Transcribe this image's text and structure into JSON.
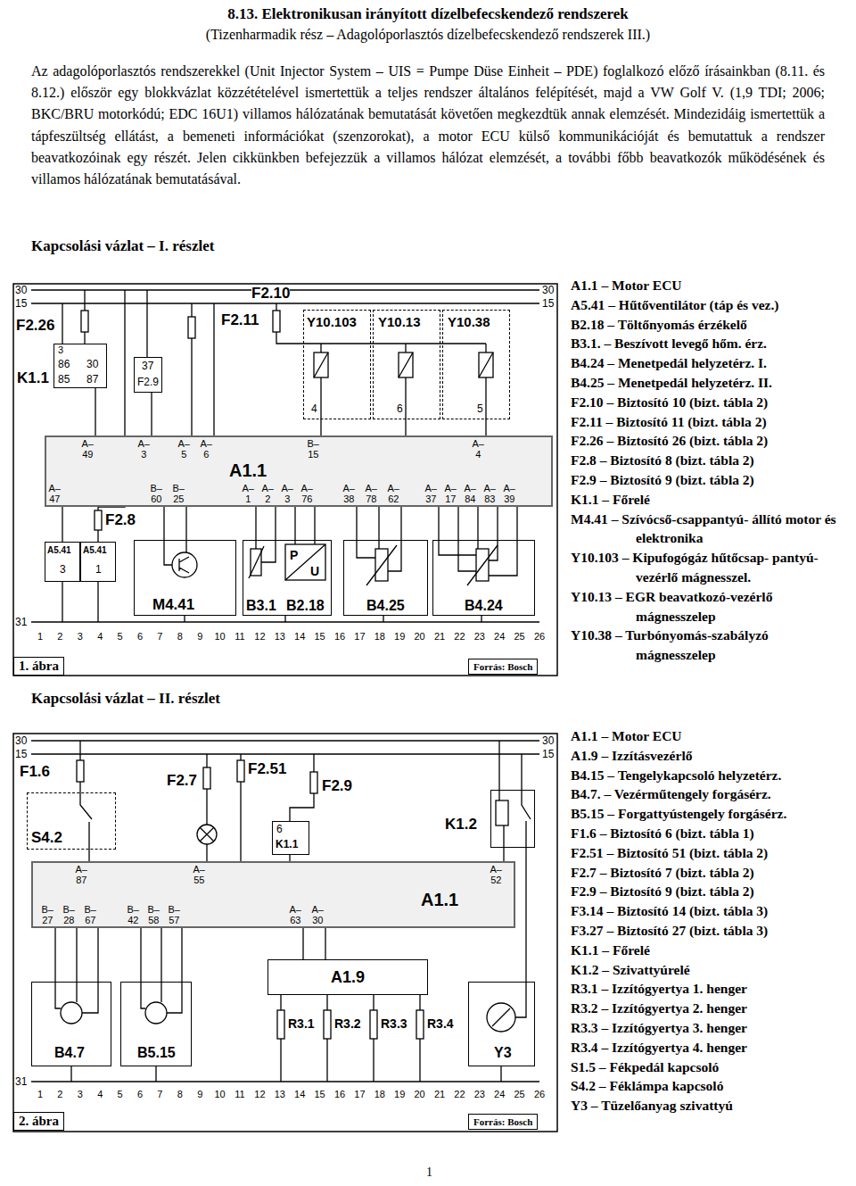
{
  "diagram": {
    "title": "8.13. Elektronikusan irányított dízelbefecskendező rendszerek",
    "nodes": [
      {
        "text": [
          "K1.1",
          "3",
          "86",
          "30",
          "85",
          "87"
        ]
      },
      {
        "text": [
          "37",
          "F2.9"
        ]
      },
      {
        "text": [
          "Y10.103",
          "4"
        ]
      },
      {
        "text": [
          "Y10.13",
          "6"
        ]
      },
      {
        "text": [
          "Y10.38",
          "5"
        ]
      },
      {
        "text": [
          "A1.1"
        ]
      },
      {
        "text": [
          "A5.41",
          "3"
        ]
      },
      {
        "text": [
          "A5.41",
          "1"
        ]
      },
      {
        "text": [
          "M4.41"
        ]
      },
      {
        "text": [
          "P",
          "U",
          "B3.1",
          "B2.18"
        ]
      },
      {
        "text": [
          "B4.25"
        ]
      },
      {
        "text": [
          "B4.24"
        ]
      },
      {
        "text": [
          "S4.2"
        ]
      },
      {
        "text": [
          "6",
          "K1.1"
        ]
      },
      {
        "text": [
          "K1.2"
        ]
      },
      {
        "text": [
          "A1.1"
        ]
      },
      {
        "text": [
          "A1.9"
        ]
      },
      {
        "text": [
          "B4.7"
        ]
      },
      {
        "text": [
          "B5.15"
        ]
      },
      {
        "text": [
          "Y3"
        ]
      }
    ],
    "edges": [
      {
        "from": 0,
        "to": 5,
        "arrow": "none"
      },
      {
        "from": 1,
        "to": 5,
        "arrow": "none"
      },
      {
        "from": 2,
        "to": 5,
        "arrow": "none"
      },
      {
        "from": 3,
        "to": 5,
        "arrow": "none"
      },
      {
        "from": 4,
        "to": 5,
        "arrow": "none"
      },
      {
        "from": 5,
        "to": 6,
        "arrow": "none"
      },
      {
        "from": 5,
        "to": 8,
        "arrow": "none"
      },
      {
        "from": 5,
        "to": 8,
        "arrow": "none"
      },
      {
        "from": 5,
        "to": 9,
        "arrow": "none"
      },
      {
        "from": 5,
        "to": 9,
        "arrow": "none"
      },
      {
        "from": 5,
        "to": 9,
        "arrow": "none"
      },
      {
        "from": 5,
        "to": 9,
        "arrow": "none"
      },
      {
        "from": 5,
        "to": 10,
        "arrow": "none"
      },
      {
        "from": 5,
        "to": 10,
        "arrow": "none"
      },
      {
        "from": 5,
        "to": 10,
        "arrow": "none"
      },
      {
        "from": 5,
        "to": 11,
        "arrow": "none"
      },
      {
        "from": 5,
        "to": 11,
        "arrow": "none"
      },
      {
        "from": 5,
        "to": 11,
        "arrow": "none"
      },
      {
        "from": 5,
        "to": 11,
        "arrow": "none"
      },
      {
        "from": 5,
        "to": 11,
        "arrow": "none"
      },
      {
        "from": 12,
        "to": 15,
        "arrow": "none"
      },
      {
        "from": 13,
        "to": 15,
        "arrow": "none"
      },
      {
        "from": 14,
        "to": 15,
        "arrow": "none"
      },
      {
        "from": 14,
        "to": 19,
        "arrow": "none"
      },
      {
        "from": 15,
        "to": 17,
        "arrow": "none"
      },
      {
        "from": 15,
        "to": 17,
        "arrow": "none"
      },
      {
        "from": 15,
        "to": 17,
        "arrow": "none"
      },
      {
        "from": 15,
        "to": 18,
        "arrow": "none"
      },
      {
        "from": 15,
        "to": 18,
        "arrow": "none"
      },
      {
        "from": 15,
        "to": 18,
        "arrow": "none"
      },
      {
        "from": 15,
        "to": 16,
        "arrow": "none"
      },
      {
        "from": 15,
        "to": 16,
        "arrow": "none"
      }
    ],
    "labels": [
      "(Tizenharmadik rész – Adagolóporlasztós dízelbefecskendező rendszerek III.)",
      "Az adagolóporlasztós rendszerekkel (Unit Injector System – UIS = Pumpe Düse Einheit – PDE) foglalkozó előző írásainkban (8.11. és 8.12.) először egy blokkvázlat közzétételével ismertettük a teljes rendszer általános felépítését, majd a VW Golf V. (1,9 TDI; 2006; BKC/BRU motorkódú; EDC 16U1) villamos hálózatának bemutatását követően megkezdtük annak elemzését. Mindezidáig ismertettük a tápfeszültség ellátást, a bemeneti információkat (szenzorokat), a motor ECU külső kommunikációját és bemutattuk a rendszer beavatkozóinak egy részét. Jelen cikkünkben befejezzük a villamos hálózat elemzését, a további főbb beavatkozók működésének és villamos hálózatának bemutatásával.",
      "Kapcsolási vázlat – I. részlet",
      "30",
      "15",
      "30",
      "15",
      "F2.26",
      "F2.11",
      "F2.10",
      "F2.8",
      "A– 49",
      "A– 3",
      "A– 5",
      "A– 6",
      "B– 15",
      "A– 4",
      "A– 47",
      "B– 60",
      "B– 25",
      "A– 1",
      "A– 2",
      "A– 3",
      "A– 76",
      "A– 38",
      "A– 78",
      "A– 62",
      "A– 37",
      "A– 17",
      "A– 84",
      "A– 83",
      "A– 39",
      "31",
      "1",
      "2",
      "3",
      "4",
      "5",
      "6",
      "7",
      "8",
      "9",
      "10",
      "11",
      "12",
      "13",
      "14",
      "15",
      "16",
      "17",
      "18",
      "19",
      "20",
      "21",
      "22",
      "23",
      "24",
      "25",
      "26",
      "1. ábra",
      "Forrás: Bosch",
      "A1.1 – Motor ECU",
      "A5.41 – Hűtőventilátor (táp és vez.)",
      "B2.18 – Töltőnyomás érzékelő",
      "B3.1. – Beszívott levegő hőm. érz.",
      "B4.24 – Menetpedál helyzetérz. I.",
      "B4.25 – Menetpedál helyzetérz. II.",
      "F2.10 – Biztosító 10 (bizt. tábla 2)",
      "F2.11 – Biztosító 11 (bizt. tábla 2)",
      "F2.26 – Biztosító 26 (bizt. tábla 2)",
      "F2.8 – Biztosító 8 (bizt. tábla 2)",
      "F2.9 – Biztosító 9 (bizt. tábla 2)",
      "K1.1 – Főrelé",
      "M4.41 – Szívócső-csappantyú- állító motor és elektronika",
      "Y10.103 – Kipufogógáz hűtőcsap- pantyú-vezérlő mágnesszel.",
      "Y10.13 – EGR beavatkozó-vezérlő mágnesszelep",
      "Y10.38 – Turbónyomás-szabályzó mágnesszelep",
      "Kapcsolási vázlat – II. részlet",
      "30",
      "15",
      "30",
      "15",
      "F1.6",
      "F2.51",
      "F2.7",
      "F2.9",
      "A– 87",
      "A– 55",
      "A– 52",
      "B– 27",
      "B– 28",
      "B– 67",
      "B– 42",
      "B– 58",
      "B– 57",
      "A– 63",
      "A– 30",
      "R3.1",
      "R3.2",
      "R3.3",
      "R3.4",
      "31",
      "1",
      "2",
      "3",
      "4",
      "5",
      "6",
      "7",
      "8",
      "9",
      "10",
      "11",
      "12",
      "13",
      "14",
      "15",
      "16",
      "17",
      "18",
      "19",
      "20",
      "21",
      "22",
      "23",
      "24",
      "25",
      "26",
      "2. ábra",
      "Forrás: Bosch",
      "A1.1 – Motor ECU",
      "A1.9 – Izzításvezérlő",
      "B4.15 – Tengelykapcsoló helyzetérz.",
      "B4.7. – Vezérműtengely forgásérz.",
      "B5.15 – Forgattyústengely forgásérz.",
      "F1.6 – Biztosító 6 (bizt. tábla 1)",
      "F2.51 – Biztosító 51 (bizt. tábla 2)",
      "F2.7 – Biztosító 7 (bizt. tábla 2)",
      "F2.9 – Biztosító 9 (bizt. tábla 2)",
      "F3.14 – Biztosító 14 (bizt. tábla 3)",
      "F3.27 – Biztosító 27 (bizt. tábla 3)",
      "K1.1 – Főrelé",
      "K1.2 – Szivattyúrelé",
      "R3.1 – Izzítógyertya 1. henger",
      "R3.2 – Izzítógyertya 2. henger",
      "R3.3 – Izzítógyertya 3. henger",
      "R3.4 – Izzítógyertya 4. henger",
      "S1.5 – Fékpedál kapcsoló",
      "S4.2 – Féklámpa kapcsoló",
      "Y3 – Tüzelőanyag szivattyú",
      "1"
    ]
  }
}
